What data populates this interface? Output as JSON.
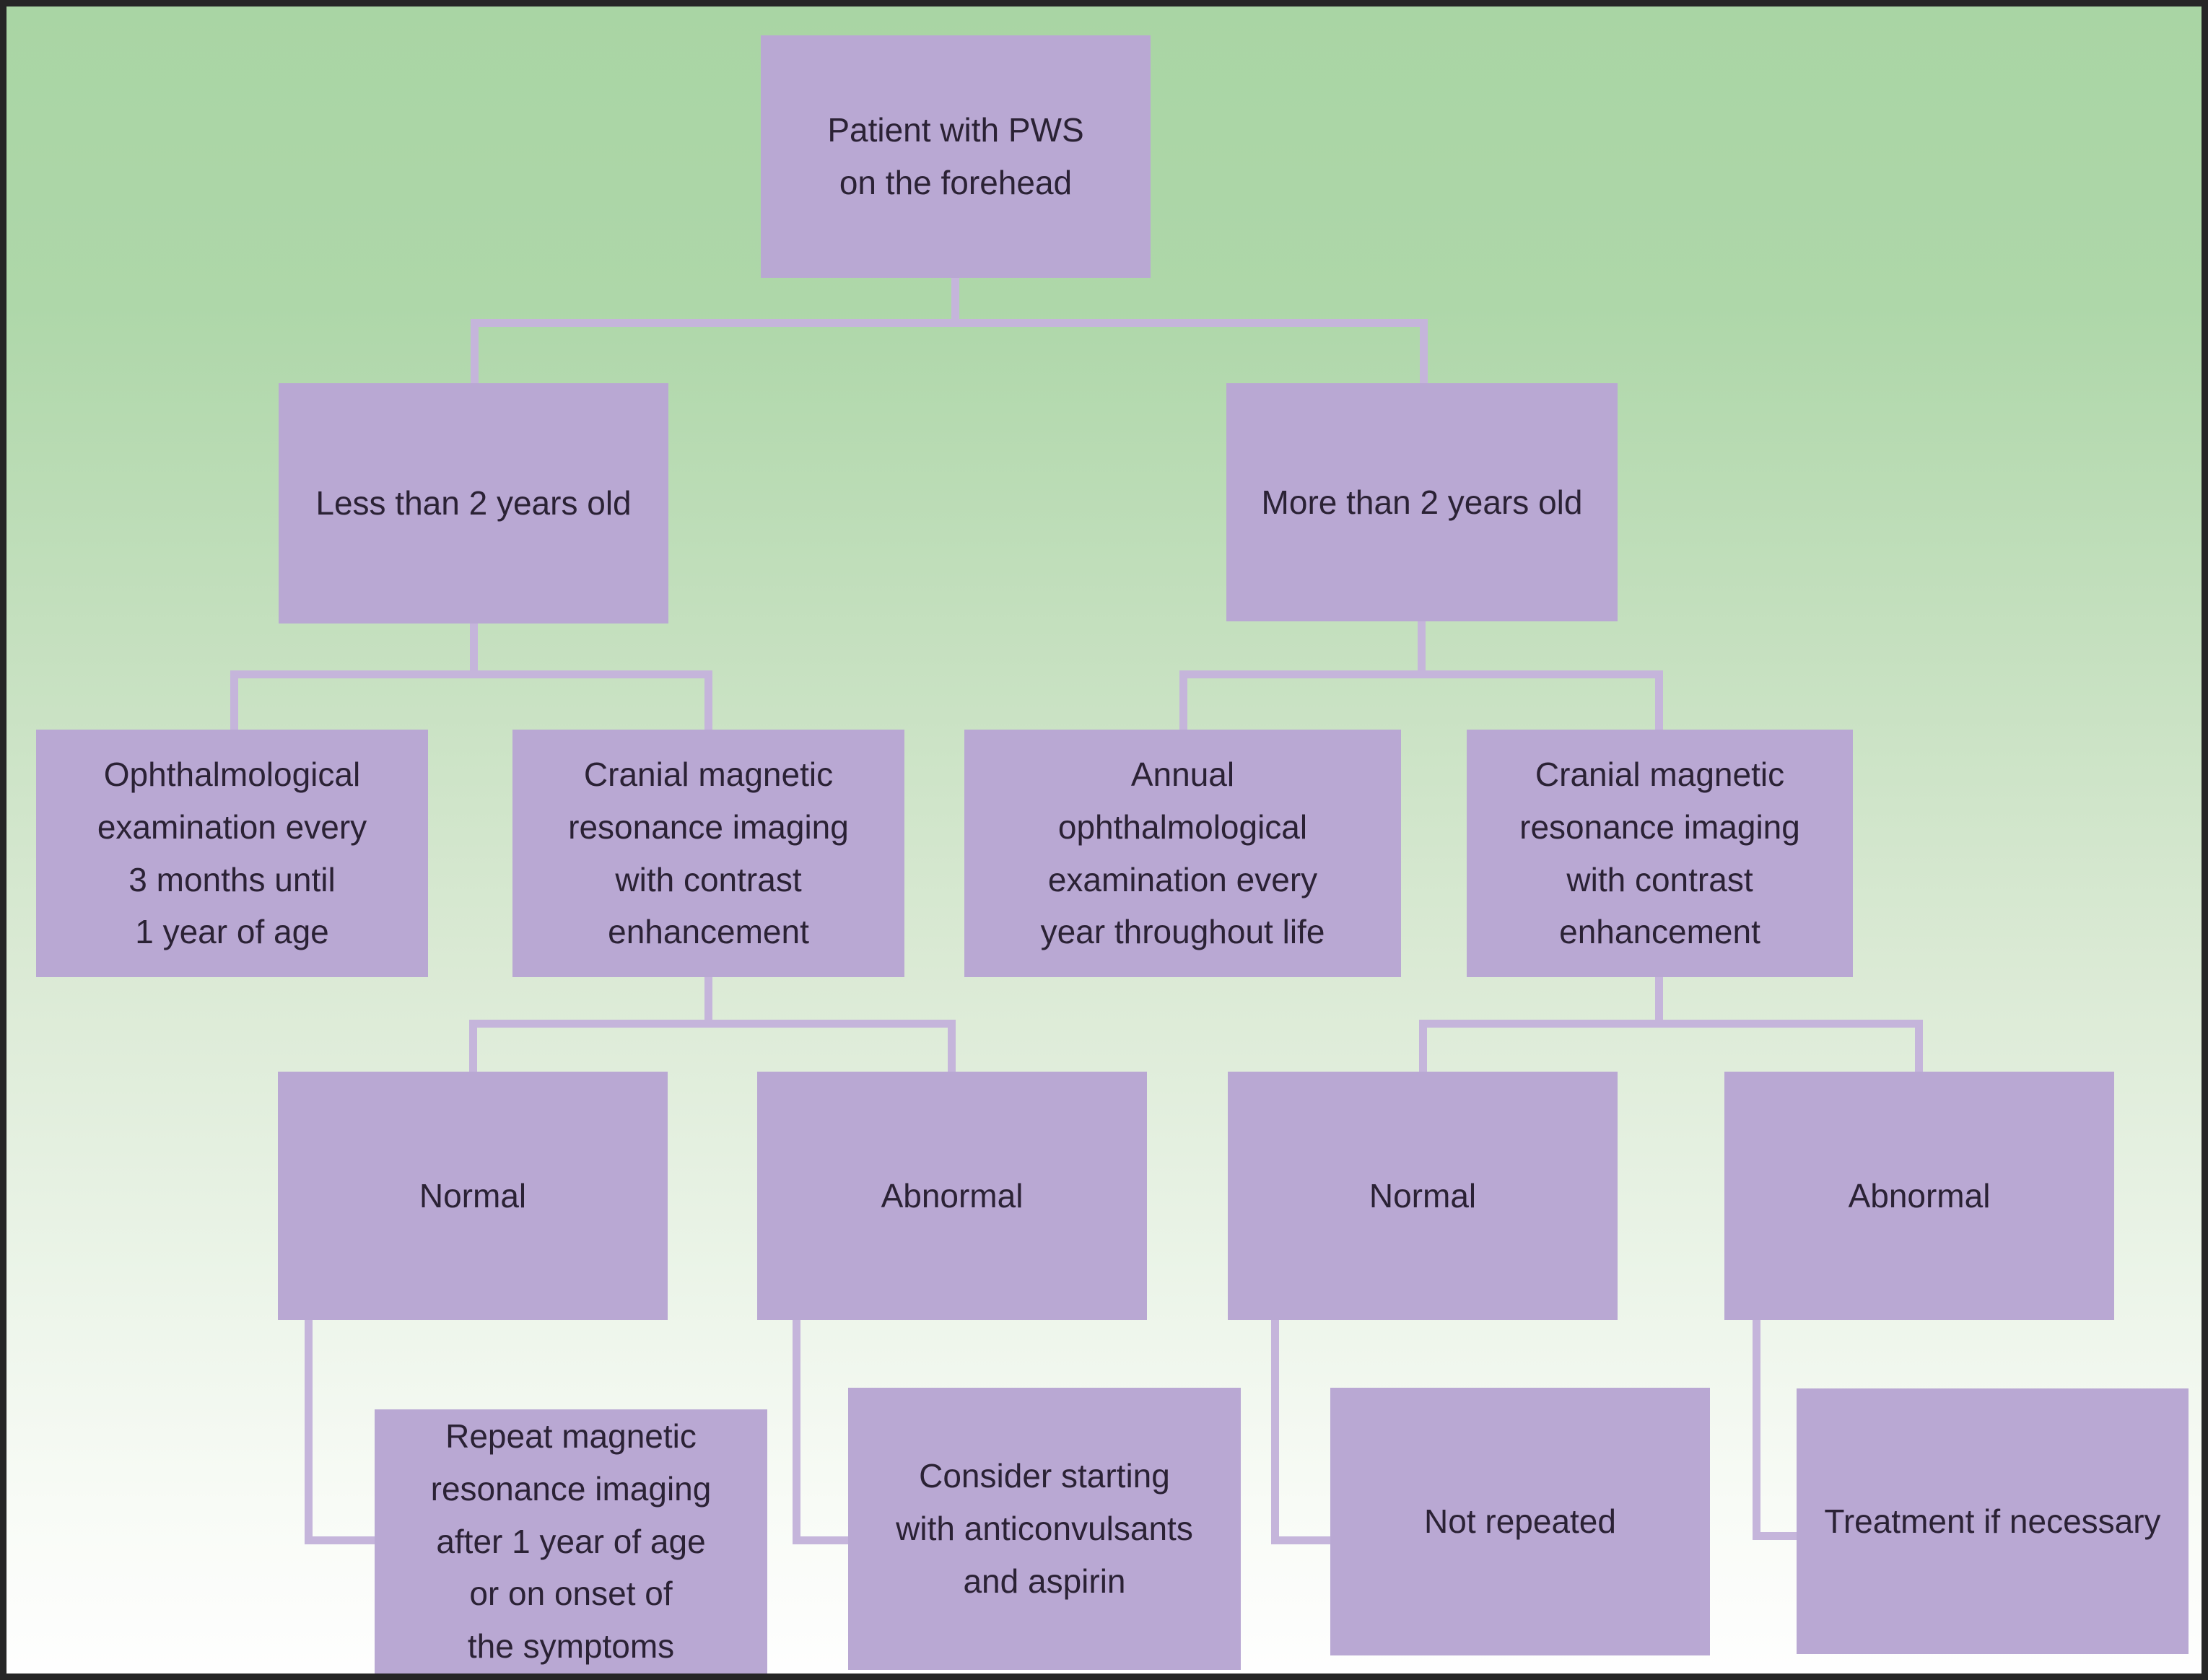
{
  "figure": {
    "type": "flowchart",
    "background_top_color": "#a9d5a4",
    "background_bottom_color": "#ffffff",
    "frame_color": "#262626",
    "node_fill_color": "#b9a8d3",
    "connector_color": "#c5b5db",
    "text_color": "#2b2235"
  },
  "nodes": {
    "root": {
      "label": "Patient with PWS\non the forehead"
    },
    "less_than_2": {
      "label": "Less than 2 years old"
    },
    "more_than_2": {
      "label": "More than 2 years old"
    },
    "ophthalmological_exam": {
      "label": "Ophthalmological\nexamination every\n3 months until\n1 year of age"
    },
    "cranial_mri_left": {
      "label": "Cranial magnetic\nresonance imaging\nwith contrast\nenhancement"
    },
    "annual_exam": {
      "label": "Annual\nophthalmological\nexamination every\nyear throughout life"
    },
    "cranial_mri_right": {
      "label": "Cranial magnetic\nresonance imaging\nwith contrast\nenhancement"
    },
    "normal_left": {
      "label": "Normal"
    },
    "abnormal_left": {
      "label": "Abnormal"
    },
    "normal_right": {
      "label": "Normal"
    },
    "abnormal_right": {
      "label": "Abnormal"
    },
    "repeat_mri": {
      "label": "Repeat magnetic\nresonance imaging\nafter 1 year of age\nor on onset of\nthe symptoms"
    },
    "consider_meds": {
      "label": "Consider starting\nwith anticonvulsants\nand aspirin"
    },
    "not_repeated": {
      "label": "Not repeated"
    },
    "treatment": {
      "label": "Treatment if necessary"
    }
  },
  "edges": [
    {
      "from": "root",
      "to": "less_than_2"
    },
    {
      "from": "root",
      "to": "more_than_2"
    },
    {
      "from": "less_than_2",
      "to": "ophthalmological_exam"
    },
    {
      "from": "less_than_2",
      "to": "cranial_mri_left"
    },
    {
      "from": "more_than_2",
      "to": "annual_exam"
    },
    {
      "from": "more_than_2",
      "to": "cranial_mri_right"
    },
    {
      "from": "cranial_mri_left",
      "to": "normal_left"
    },
    {
      "from": "cranial_mri_left",
      "to": "abnormal_left"
    },
    {
      "from": "cranial_mri_right",
      "to": "normal_right"
    },
    {
      "from": "cranial_mri_right",
      "to": "abnormal_right"
    },
    {
      "from": "normal_left",
      "to": "repeat_mri"
    },
    {
      "from": "abnormal_left",
      "to": "consider_meds"
    },
    {
      "from": "normal_right",
      "to": "not_repeated"
    },
    {
      "from": "abnormal_right",
      "to": "treatment"
    }
  ]
}
